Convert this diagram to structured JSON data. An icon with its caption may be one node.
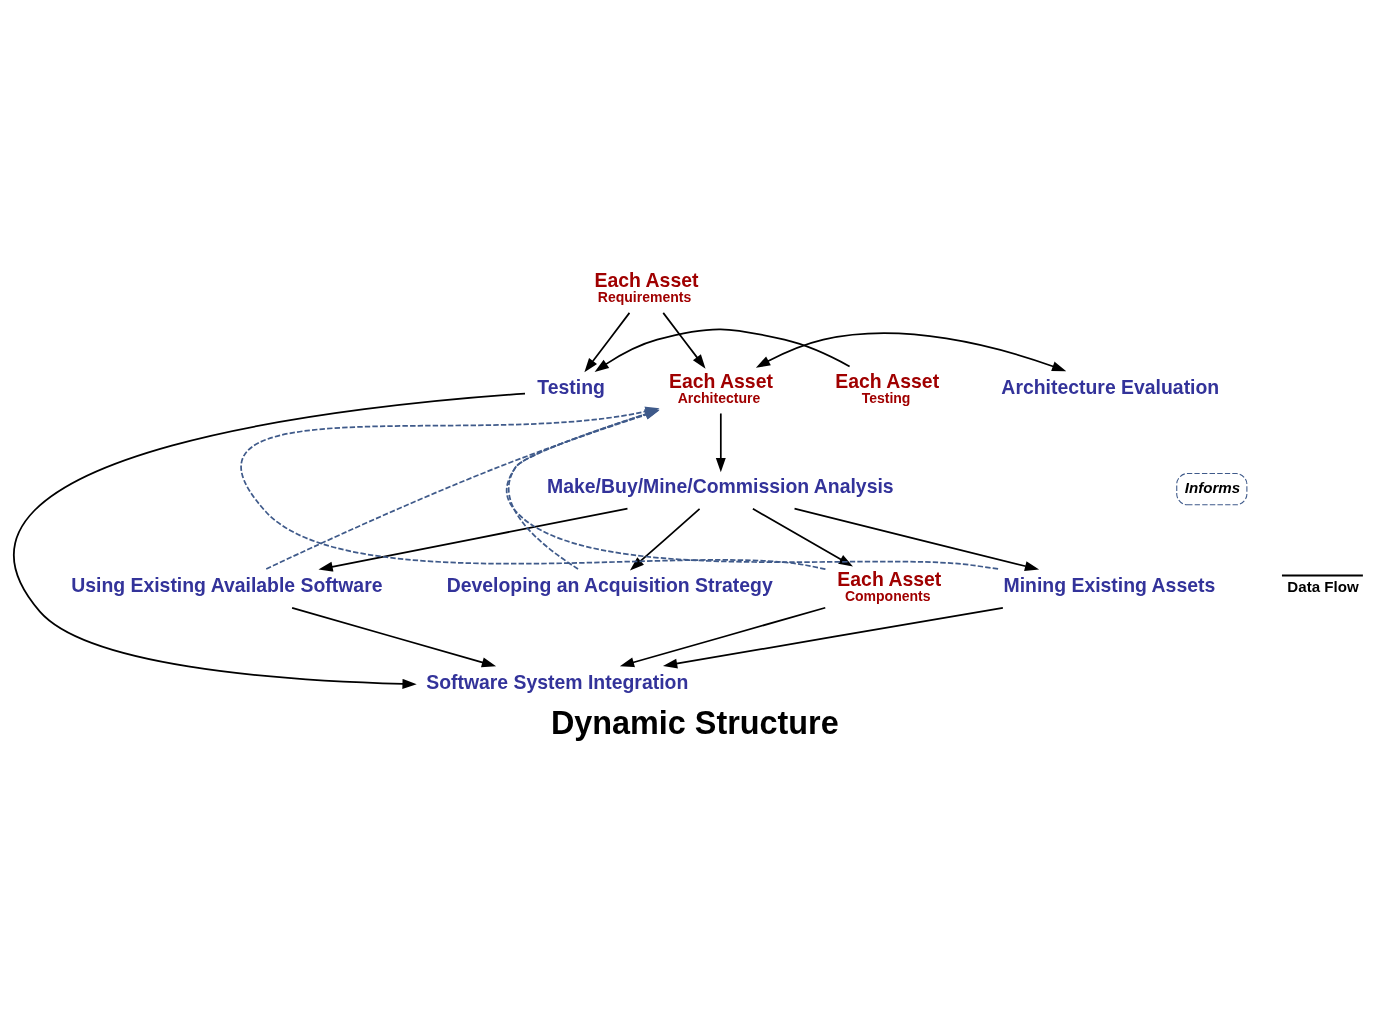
{
  "diagram": {
    "title": "Dynamic Structure",
    "nodes": [
      {
        "text": [
          "Each Asset",
          "Requirements"
        ]
      },
      {
        "text": [
          "Each Asset",
          "Architecture"
        ]
      },
      {
        "text": [
          "Architecture Evaluation"
        ]
      },
      {
        "text": [
          "Make/Buy/Mine/Commission Analysis"
        ]
      },
      {
        "text": [
          "Each Asset",
          "Components"
        ]
      },
      {
        "text": [
          "Mining Existing Assets"
        ]
      },
      {
        "text": [
          "Using Existing Available Software"
        ]
      },
      {
        "text": [
          "Developing an Acquisition Strategy"
        ]
      },
      {
        "text": [
          "Software System Integration"
        ]
      },
      {
        "text": [
          "Each Asset",
          "Testing"
        ]
      },
      {
        "text": [
          "Testing"
        ]
      }
    ],
    "edges": [
      {
        "from": 0,
        "to": 1,
        "arrow": "to"
      },
      {
        "from": 0,
        "to": 10,
        "arrow": "to"
      },
      {
        "from": 1,
        "to": 2,
        "arrow": "both"
      },
      {
        "from": 1,
        "to": 3,
        "arrow": "to"
      },
      {
        "from": 3,
        "to": 4,
        "arrow": "to"
      },
      {
        "from": 3,
        "to": 5,
        "arrow": "to"
      },
      {
        "from": 3,
        "to": 6,
        "arrow": "to"
      },
      {
        "from": 3,
        "to": 7,
        "arrow": "to"
      },
      {
        "from": 4,
        "to": 8,
        "arrow": "to"
      },
      {
        "from": 5,
        "to": 8,
        "arrow": "to"
      },
      {
        "from": 6,
        "to": 8,
        "arrow": "to"
      },
      {
        "from": 9,
        "to": 10,
        "arrow": "to"
      },
      {
        "from": 10,
        "to": 8,
        "arrow": "to"
      },
      {
        "from": 4,
        "to": 1,
        "arrow": "to",
        "style": "dashed",
        "color": "#3f5a8a"
      },
      {
        "from": 5,
        "to": 1,
        "arrow": "to",
        "style": "dashed",
        "color": "#3f5a8a"
      },
      {
        "from": 6,
        "to": 1,
        "arrow": "to",
        "style": "dashed",
        "color": "#3f5a8a"
      },
      {
        "from": 7,
        "to": 1,
        "arrow": "to",
        "style": "dashed",
        "color": "#3f5a8a"
      }
    ],
    "legend": [
      {
        "text": "Informs"
      },
      {
        "text": "Data Flow"
      }
    ]
  }
}
